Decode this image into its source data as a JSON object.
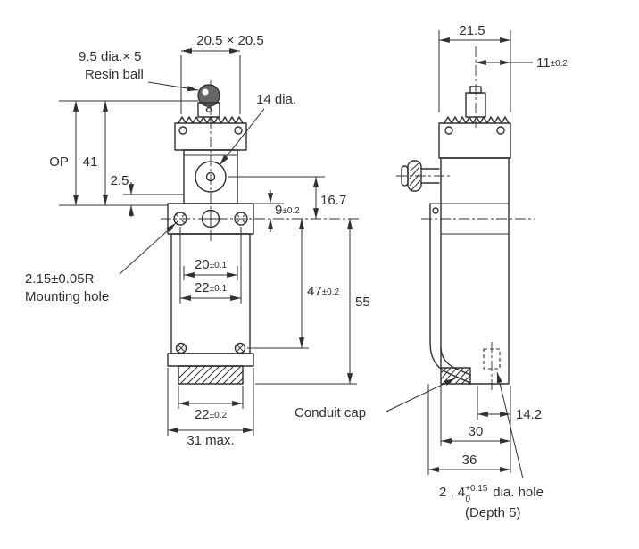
{
  "style": {
    "ink": "#303030",
    "background": "#ffffff"
  },
  "front": {
    "head_dim": "20.5 × 20.5",
    "ball_note1": "9.5 dia.× 5",
    "ball_note2": "Resin ball",
    "dia14": "14 dia.",
    "op": "OP",
    "d41": "41",
    "d25": "2.5",
    "d9_main": "9",
    "d9_tol": "±0.2",
    "d167": "16.7",
    "d20_main": "20",
    "d20_tol": "±0.1",
    "d22_main": "22",
    "d22_tol": "±0.1",
    "d47_main": "47",
    "d47_tol": "±0.2",
    "d55": "55",
    "mount_r": "2.15±0.05R",
    "mount_label": "Mounting hole",
    "d22b_main": "22",
    "d22b_tol": "±0.2",
    "d31": "31 max."
  },
  "side": {
    "d215": "21.5",
    "d11_main": "11",
    "d11_tol": "±0.2",
    "conduit_cap": "Conduit cap",
    "d142": "14.2",
    "d30": "30",
    "d36": "36",
    "hole_main": "2 , 4",
    "hole_sup": "+0.15",
    "hole_sub": "0",
    "hole_tail": " dia. hole",
    "hole_depth": "(Depth 5)"
  }
}
